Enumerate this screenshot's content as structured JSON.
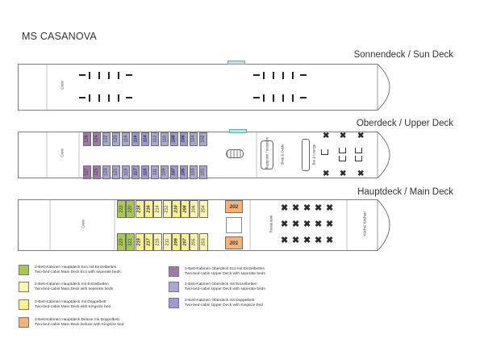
{
  "ship_name": "MS CASANOVA",
  "colors": {
    "eco": "#a7c857",
    "main_sep": "#fbf6b8",
    "main_king": "#fdf196",
    "deluxe": "#f3b27a",
    "upper_eco": "#a27aa8",
    "upper_sep": "#a8a8d2",
    "upper_king": "#9c9cd1",
    "crosses": "#2c2c2c"
  },
  "decks": {
    "sun": {
      "title": "Sonnendeck / Sun Deck",
      "crew_label": "Crew"
    },
    "upper": {
      "title": "Oberdeck / Upper Deck",
      "crew_label": "Crew",
      "reception_label": "Rezeption / reception",
      "shop_label": "Shop & Guide",
      "bar_label": "Bar & Lounge",
      "top_row": [
        {
          "n": "126",
          "type": "upper_eco",
          "bold": false
        },
        {
          "n": "124",
          "type": "upper_eco",
          "bold": false
        },
        {
          "n": "122",
          "type": "upper_sep",
          "bold": false
        },
        {
          "n": "120",
          "type": "upper_sep",
          "bold": false
        },
        {
          "n": "118",
          "type": "upper_sep",
          "bold": false
        },
        {
          "n": "116",
          "type": "upper_king",
          "bold": true
        },
        {
          "n": "114",
          "type": "upper_king",
          "bold": true
        },
        {
          "n": "112",
          "type": "upper_sep",
          "bold": false
        },
        {
          "n": "110",
          "type": "upper_sep",
          "bold": false
        },
        {
          "n": "108",
          "type": "upper_king",
          "bold": true
        },
        {
          "n": "106",
          "type": "upper_king",
          "bold": true
        },
        {
          "n": "104",
          "type": "upper_sep",
          "bold": false
        },
        {
          "n": "102",
          "type": "upper_sep",
          "bold": false
        }
      ],
      "bottom_row": [
        {
          "n": "127",
          "type": "upper_eco",
          "bold": false
        },
        {
          "n": "125",
          "type": "upper_eco",
          "bold": false
        },
        {
          "n": "123",
          "type": "upper_sep",
          "bold": false
        },
        {
          "n": "121",
          "type": "upper_sep",
          "bold": false
        },
        {
          "n": "119",
          "type": "upper_sep",
          "bold": false
        },
        {
          "n": "117",
          "type": "upper_king",
          "bold": true
        },
        {
          "n": "115",
          "type": "upper_king",
          "bold": true
        },
        {
          "n": "111",
          "type": "upper_sep",
          "bold": false
        },
        {
          "n": "109",
          "type": "upper_sep",
          "bold": false
        },
        {
          "n": "107",
          "type": "upper_king",
          "bold": true
        },
        {
          "n": "105",
          "type": "upper_king",
          "bold": true
        },
        {
          "n": "103",
          "type": "upper_sep",
          "bold": false
        },
        {
          "n": "101",
          "type": "upper_sep",
          "bold": false
        }
      ]
    },
    "main": {
      "title": "Hauptdeck / Main Deck",
      "crew_label": "Crew",
      "restaurant_label": "Restaurant",
      "kitchen_label": "Küche/ Kitchen",
      "top_row": [
        {
          "n": "222",
          "type": "eco",
          "bold": false
        },
        {
          "n": "220",
          "type": "eco",
          "bold": false
        },
        {
          "n": "218",
          "type": "main_king",
          "bold": true
        },
        {
          "n": "216",
          "type": "main_king",
          "bold": true
        },
        {
          "n": "214",
          "type": "main_sep",
          "bold": false
        },
        {
          "n": "212",
          "type": "main_sep",
          "bold": false
        },
        {
          "n": "210",
          "type": "main_king",
          "bold": true
        },
        {
          "n": "208",
          "type": "main_king",
          "bold": true
        },
        {
          "n": "206",
          "type": "main_sep",
          "bold": false
        },
        {
          "n": "204",
          "type": "main_sep",
          "bold": false
        }
      ],
      "top_deluxe": "202",
      "bottom_row": [
        {
          "n": "223",
          "type": "eco",
          "bold": false
        },
        {
          "n": "221",
          "type": "eco",
          "bold": false
        },
        {
          "n": "219",
          "type": "main_king",
          "bold": true
        },
        {
          "n": "217",
          "type": "main_king",
          "bold": true
        },
        {
          "n": "215",
          "type": "main_sep",
          "bold": false
        },
        {
          "n": "211",
          "type": "main_sep",
          "bold": false
        },
        {
          "n": "209",
          "type": "main_king",
          "bold": true
        },
        {
          "n": "207",
          "type": "main_king",
          "bold": true
        },
        {
          "n": "205",
          "type": "main_sep",
          "bold": false
        },
        {
          "n": "203",
          "type": "main_sep",
          "bold": false
        }
      ],
      "bottom_deluxe": "201"
    }
  },
  "legend_left": [
    {
      "type": "eco",
      "de": "2-Bett-Kabinen Hauptdeck Eco mit Einzelbetten",
      "en": "Two-bed-cabin Main Deck Eco with seperate beds"
    },
    {
      "type": "main_sep",
      "de": "2-Bett-Kabinen Hauptdeck mit Einzelbetten",
      "en": "Two-bed-cabin Main Deck with seperate beds"
    },
    {
      "type": "main_king",
      "de": "2-Bett-Kabinen Hauptdeck mit Doppelbett",
      "en": "Two-bed-cabin Main Deck with Kingsize bed"
    },
    {
      "type": "deluxe",
      "de": "2-Bett-Kabinen Hauptdeck Deluxe mit Doppelbett",
      "en": "Two-bed-cabin Main Deck Deluxe with Kingsize bed"
    }
  ],
  "legend_right": [
    {
      "type": "upper_eco",
      "de": "2-Bett-Kabinen Oberdeck Eco mit Einzelbetten",
      "en": "Two-bed-cabin Upper Deck with seperate beds"
    },
    {
      "type": "upper_sep",
      "de": "2-Bett-Kabinen Oberdeck mit Einzelbetten",
      "en": "Two-bed-cabin Upper Deck with seperate beds"
    },
    {
      "type": "upper_king",
      "de": "2-Bett-Kabinen Oberdeck mit Doppelbett",
      "en": "Two-bed-cabin Upper Deck with Kingsize bed"
    }
  ]
}
